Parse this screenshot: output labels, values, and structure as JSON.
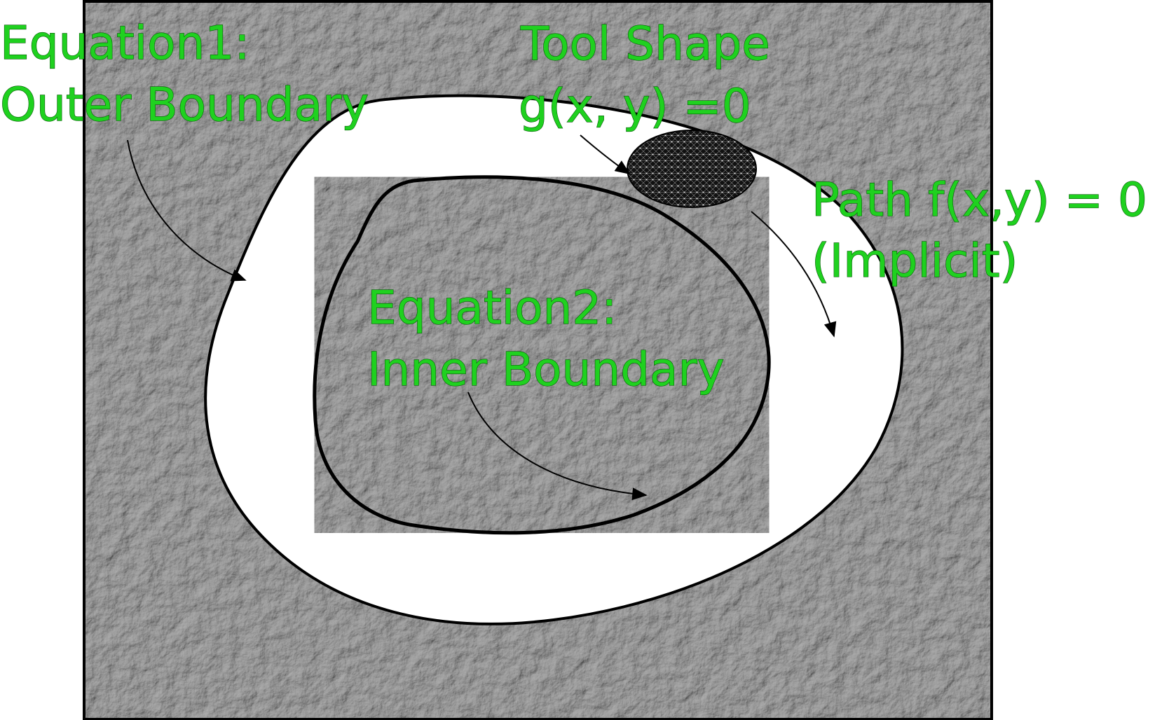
{
  "labels": {
    "equation1_line1": "Equation1:",
    "equation1_line2": "Outer Boundary",
    "tool_line1": "Tool Shape",
    "tool_line2": "g(x, y) =0",
    "path_line1": "Path f(x,y) = 0",
    "path_line2": "(Implicit)",
    "equation2_line1": "Equation2:",
    "equation2_line2": "Inner Boundary"
  },
  "colors": {
    "label_text": "#1fd11f",
    "stone_texture": "#8f8f8f",
    "path_band": "#ffffff",
    "tool_fill": "#111111",
    "outline": "#000000"
  }
}
